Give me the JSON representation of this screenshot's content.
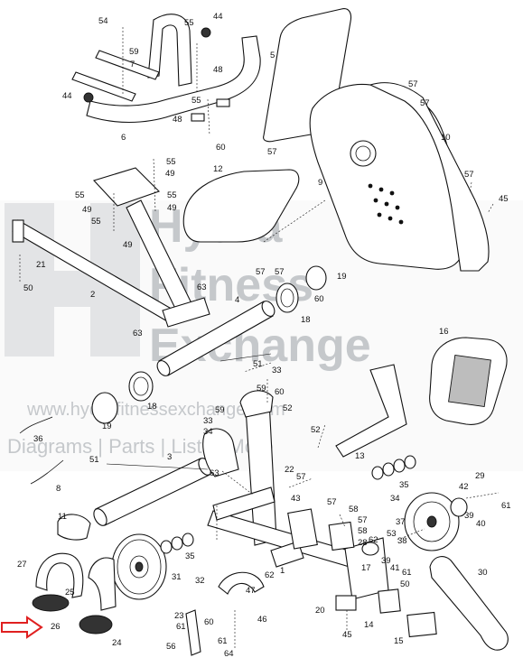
{
  "watermark": {
    "brand_line1": "Hydra",
    "brand_line2": "Fitness",
    "brand_line3": "Exchange",
    "url": "www.hydrafitnessexchange.com",
    "tagline": "Diagrams | Parts | Lists | More",
    "color": "#9aa0a6"
  },
  "arrow_color": "#e02020",
  "labels": [
    {
      "id": "L54a",
      "text": "54"
    },
    {
      "id": "L59a",
      "text": "59"
    },
    {
      "id": "L7",
      "text": "7"
    },
    {
      "id": "L55a",
      "text": "55"
    },
    {
      "id": "L44a",
      "text": "44"
    },
    {
      "id": "L48a",
      "text": "48"
    },
    {
      "id": "L44b",
      "text": "44"
    },
    {
      "id": "L55b",
      "text": "55"
    },
    {
      "id": "L48b",
      "text": "48"
    },
    {
      "id": "L6",
      "text": "6"
    },
    {
      "id": "L60a",
      "text": "60"
    },
    {
      "id": "L5",
      "text": "5"
    },
    {
      "id": "L57a",
      "text": "57"
    },
    {
      "id": "L57b",
      "text": "57"
    },
    {
      "id": "L10",
      "text": "10"
    },
    {
      "id": "L57c",
      "text": "57"
    },
    {
      "id": "L55c",
      "text": "55"
    },
    {
      "id": "L49a",
      "text": "49"
    },
    {
      "id": "L12",
      "text": "12"
    },
    {
      "id": "L9",
      "text": "9"
    },
    {
      "id": "L57d",
      "text": "57"
    },
    {
      "id": "L45a",
      "text": "45"
    },
    {
      "id": "L55d",
      "text": "55"
    },
    {
      "id": "L55e",
      "text": "55"
    },
    {
      "id": "L49b",
      "text": "49"
    },
    {
      "id": "L49c",
      "text": "49"
    },
    {
      "id": "L55f",
      "text": "55"
    },
    {
      "id": "L49d",
      "text": "49"
    },
    {
      "id": "L21",
      "text": "21"
    },
    {
      "id": "L50a",
      "text": "50"
    },
    {
      "id": "L57e",
      "text": "57"
    },
    {
      "id": "L57f",
      "text": "57"
    },
    {
      "id": "L19a",
      "text": "19"
    },
    {
      "id": "L60b",
      "text": "60"
    },
    {
      "id": "L2",
      "text": "2"
    },
    {
      "id": "L63a",
      "text": "63"
    },
    {
      "id": "L4",
      "text": "4"
    },
    {
      "id": "L18a",
      "text": "18"
    },
    {
      "id": "L63b",
      "text": "63"
    },
    {
      "id": "L16",
      "text": "16"
    },
    {
      "id": "L51a",
      "text": "51"
    },
    {
      "id": "L33a",
      "text": "33"
    },
    {
      "id": "L59b",
      "text": "59"
    },
    {
      "id": "L60c",
      "text": "60"
    },
    {
      "id": "L18b",
      "text": "18"
    },
    {
      "id": "L59c",
      "text": "59"
    },
    {
      "id": "L52a",
      "text": "52"
    },
    {
      "id": "L19b",
      "text": "19"
    },
    {
      "id": "L33b",
      "text": "33"
    },
    {
      "id": "L34a",
      "text": "34"
    },
    {
      "id": "L52b",
      "text": "52"
    },
    {
      "id": "L36",
      "text": "36"
    },
    {
      "id": "L13",
      "text": "13"
    },
    {
      "id": "L51b",
      "text": "51"
    },
    {
      "id": "L3",
      "text": "3"
    },
    {
      "id": "L63c",
      "text": "63"
    },
    {
      "id": "L22",
      "text": "22"
    },
    {
      "id": "L57g",
      "text": "57"
    },
    {
      "id": "L29",
      "text": "29"
    },
    {
      "id": "L35a",
      "text": "35"
    },
    {
      "id": "L8",
      "text": "8"
    },
    {
      "id": "L43",
      "text": "43"
    },
    {
      "id": "L42",
      "text": "42"
    },
    {
      "id": "L34b",
      "text": "34"
    },
    {
      "id": "L61a",
      "text": "61"
    },
    {
      "id": "L57h",
      "text": "57"
    },
    {
      "id": "L58a",
      "text": "58"
    },
    {
      "id": "L11",
      "text": "11"
    },
    {
      "id": "L57i",
      "text": "57"
    },
    {
      "id": "L58b",
      "text": "58"
    },
    {
      "id": "L39a",
      "text": "39"
    },
    {
      "id": "L40",
      "text": "40"
    },
    {
      "id": "L28",
      "text": "28"
    },
    {
      "id": "L62a",
      "text": "62"
    },
    {
      "id": "L37",
      "text": "37"
    },
    {
      "id": "L53",
      "text": "53"
    },
    {
      "id": "L35b",
      "text": "35"
    },
    {
      "id": "L38",
      "text": "38"
    },
    {
      "id": "L27",
      "text": "27"
    },
    {
      "id": "L17",
      "text": "17"
    },
    {
      "id": "L39b",
      "text": "39"
    },
    {
      "id": "L41",
      "text": "41"
    },
    {
      "id": "L1",
      "text": "1"
    },
    {
      "id": "L61b",
      "text": "61"
    },
    {
      "id": "L31",
      "text": "31"
    },
    {
      "id": "L32",
      "text": "32"
    },
    {
      "id": "L62b",
      "text": "62"
    },
    {
      "id": "L30",
      "text": "30"
    },
    {
      "id": "L25",
      "text": "25"
    },
    {
      "id": "L47",
      "text": "47"
    },
    {
      "id": "L50b",
      "text": "50"
    },
    {
      "id": "L26",
      "text": "26"
    },
    {
      "id": "L23",
      "text": "23"
    },
    {
      "id": "L20",
      "text": "20"
    },
    {
      "id": "L14",
      "text": "14"
    },
    {
      "id": "L61c",
      "text": "61"
    },
    {
      "id": "L60d",
      "text": "60"
    },
    {
      "id": "L46",
      "text": "46"
    },
    {
      "id": "L24",
      "text": "24"
    },
    {
      "id": "L45b",
      "text": "45"
    },
    {
      "id": "L61d",
      "text": "61"
    },
    {
      "id": "L15",
      "text": "15"
    },
    {
      "id": "L56",
      "text": "56"
    },
    {
      "id": "L64",
      "text": "64"
    }
  ]
}
